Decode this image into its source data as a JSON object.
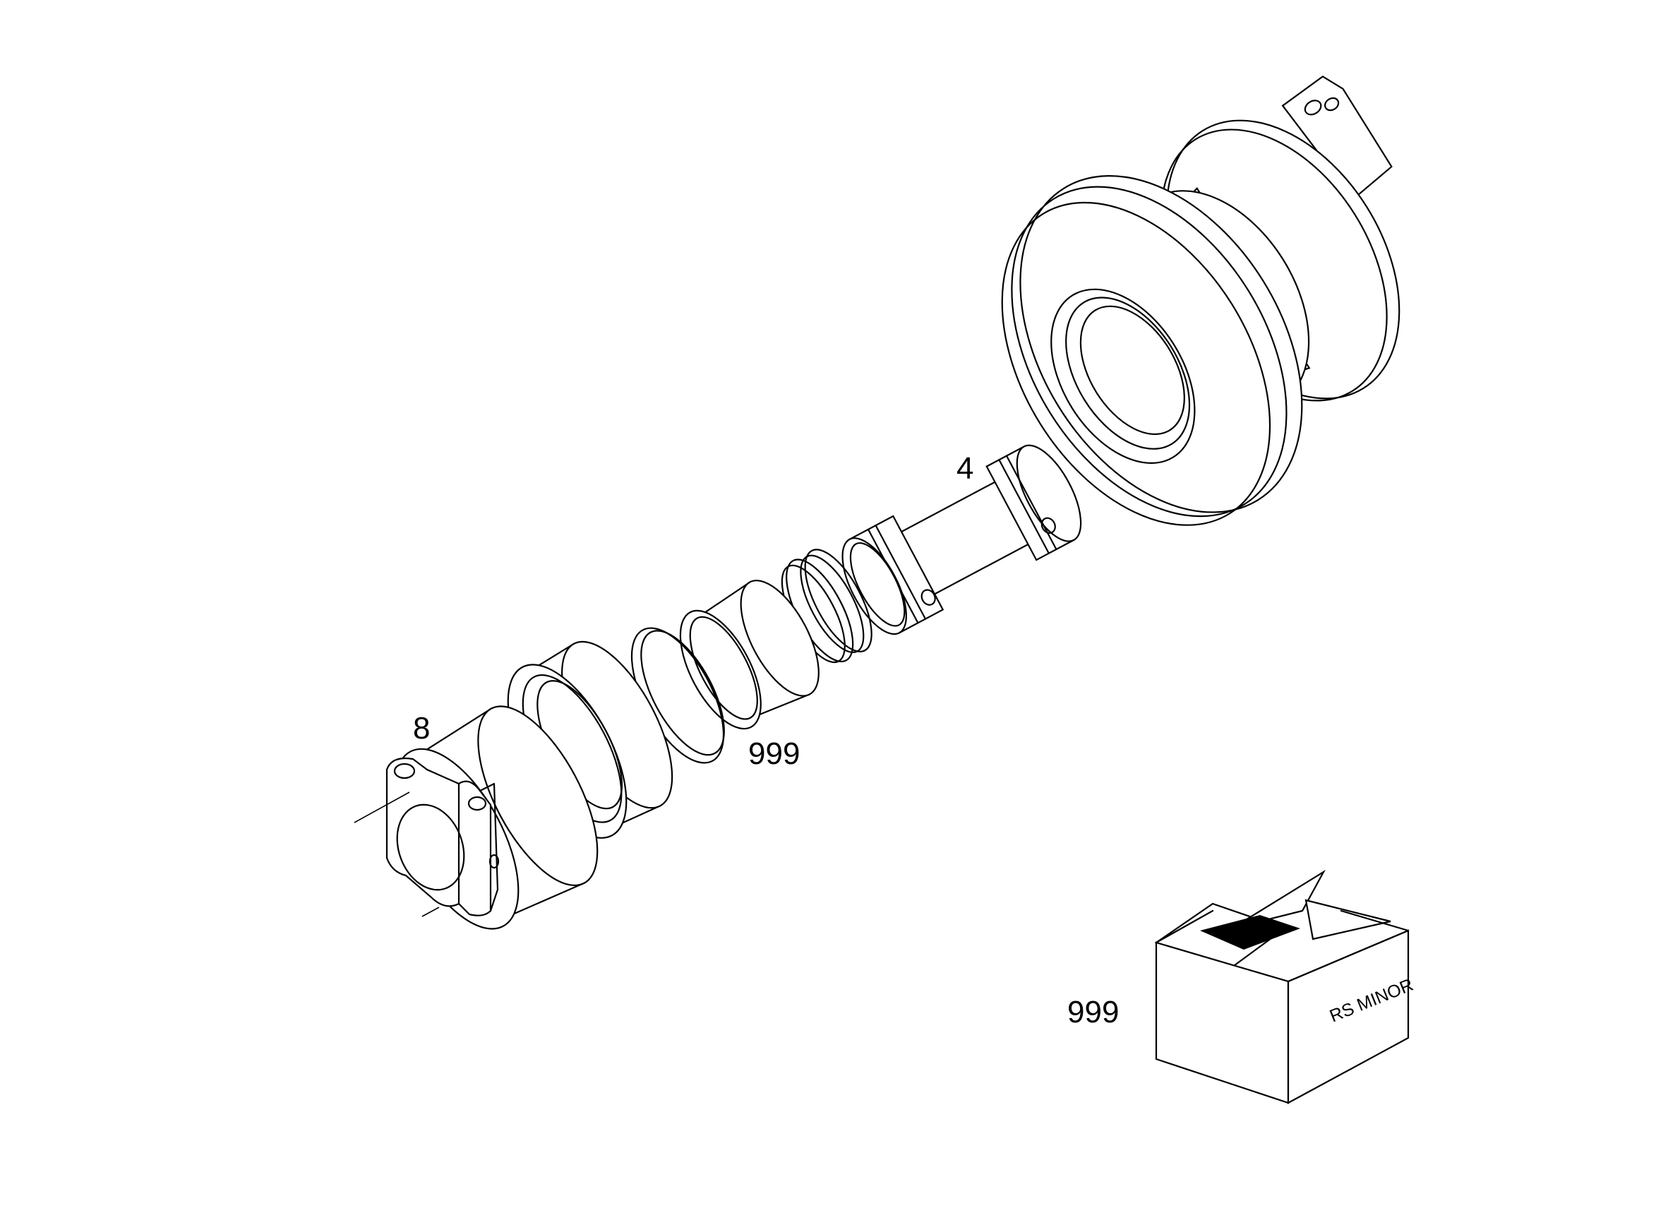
{
  "diagram": {
    "callouts": {
      "shaft": "4",
      "end_collar": "8",
      "seal_kit": "999",
      "kit_box": "999"
    },
    "box_label": "RS MINOR",
    "colors": {
      "line": "#000000",
      "background": "#ffffff",
      "box_stripe": "#000000"
    }
  }
}
